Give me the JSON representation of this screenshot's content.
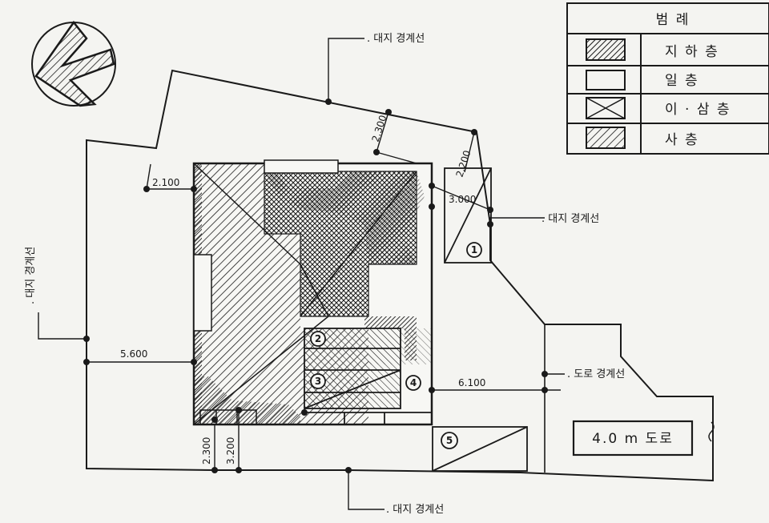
{
  "legend": {
    "title": "범       례",
    "items": [
      {
        "pattern": "dense-hatch",
        "label": "지   하   층"
      },
      {
        "pattern": "blank",
        "label": "일          층"
      },
      {
        "pattern": "cross",
        "label": "이 · 삼   층"
      },
      {
        "pattern": "diag-hatch",
        "label": "사          층"
      }
    ]
  },
  "labels": {
    "site_boundary_top": ". 대지 경계선",
    "site_boundary_right": ". 대지 경계선",
    "site_boundary_left": ". 대지 경계선",
    "site_boundary_bottom": ". 대지 경계선",
    "road_boundary": ". 도로 경계선",
    "road": "4.0 m 도로"
  },
  "dimensions": {
    "d_2100": "2.100",
    "d_2300_top": "2.300",
    "d_2200": "2.200",
    "d_3000": "3.000",
    "d_5600": "5.600",
    "d_6100": "6.100",
    "d_2300_bottom": "2.300",
    "d_3200": "3.200"
  },
  "markers": {
    "m1": "1",
    "m2": "2",
    "m3": "3",
    "m4": "4",
    "m5": "5"
  },
  "colors": {
    "ink": "#1a1a1a",
    "paper": "#f4f4f1"
  }
}
